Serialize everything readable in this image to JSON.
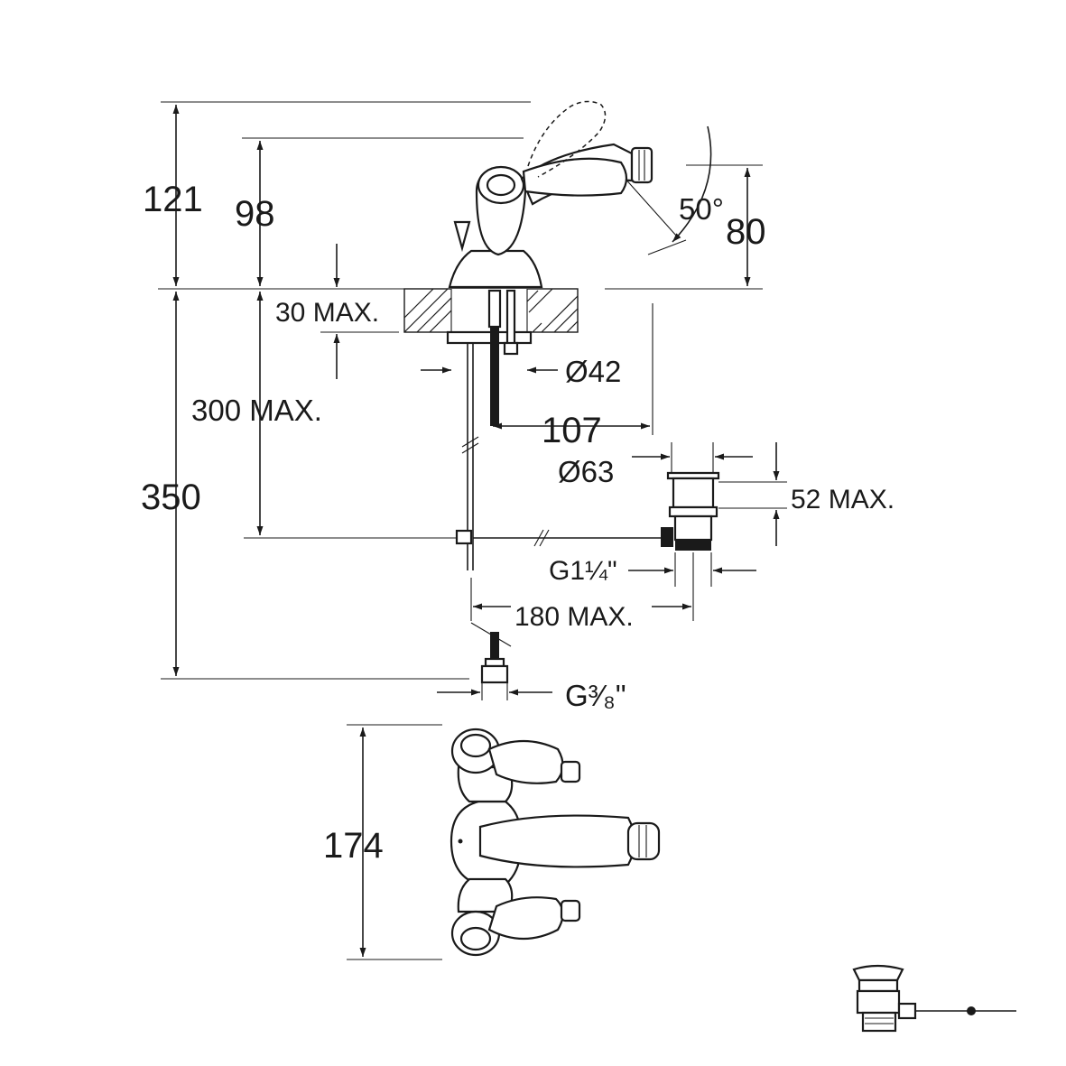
{
  "dimensions": {
    "d121": "121",
    "d98": "98",
    "d50deg": "50°",
    "d80": "80",
    "d30max": "30 MAX.",
    "d300max": "300 MAX.",
    "d42": "Ø42",
    "d107": "107",
    "d63": "Ø63",
    "d52max": "52 MAX.",
    "d350": "350",
    "g114": "G1¼\"",
    "d180max": "180 MAX.",
    "g38": "G³⁄₈\"",
    "d174": "174"
  }
}
